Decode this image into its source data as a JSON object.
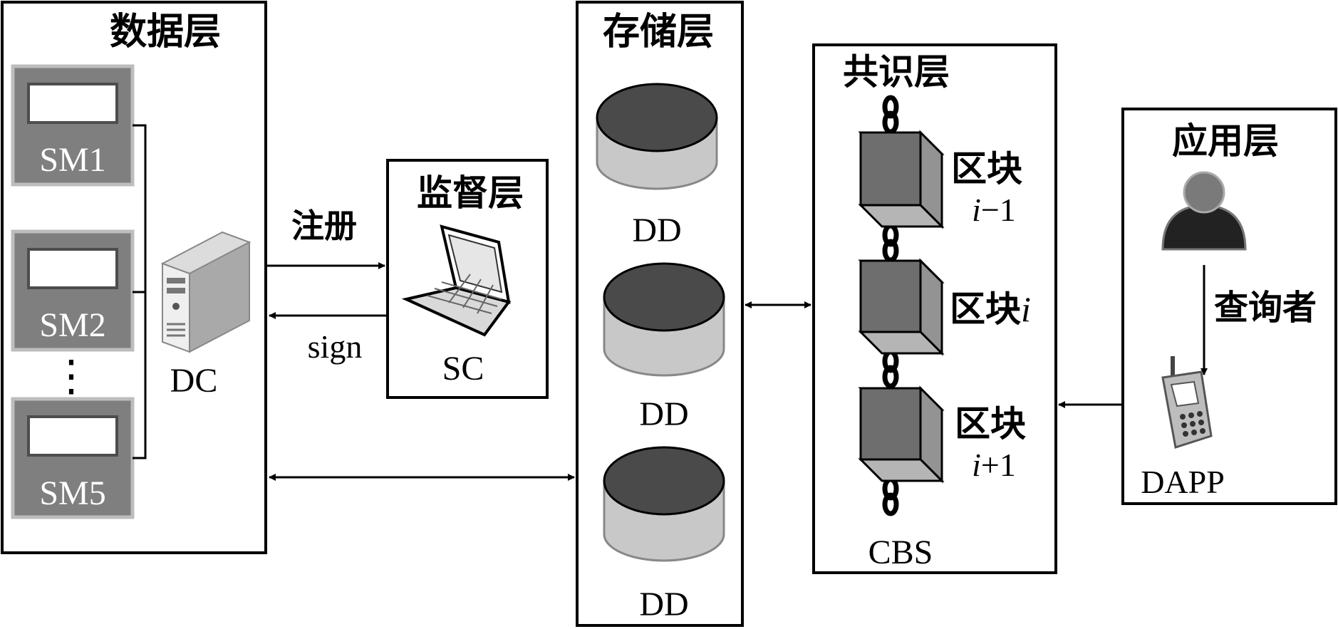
{
  "layers": {
    "data": {
      "title": "数据层",
      "meters": [
        "SM1",
        "SM2",
        "SM5"
      ],
      "ellipsis": "⋮",
      "server": "DC"
    },
    "supervision": {
      "title": "监督层",
      "laptop": "SC"
    },
    "storage": {
      "title": "存储层",
      "nodes": [
        "DD",
        "DD",
        "DD"
      ]
    },
    "consensus": {
      "title": "共识层",
      "blocks": [
        {
          "cn": "区块",
          "idx": "i",
          "suffix": "−1"
        },
        {
          "cn": "区块",
          "idx": "i",
          "suffix": ""
        },
        {
          "cn": "区块",
          "idx": "i",
          "suffix": "+1"
        }
      ],
      "chain": "CBS"
    },
    "application": {
      "title": "应用层",
      "user": "查询者",
      "device": "DAPP"
    }
  },
  "edges": {
    "register": "注册",
    "sign": "sign"
  },
  "colors": {
    "meter_face": "#7f7f7f",
    "meter_border": "#bdbdbd",
    "disk_top": "#4a4a4a",
    "disk_body": "#c8c8c8",
    "block_front": "#6e6e6e",
    "block_top": "#b5b5b5",
    "block_side": "#939393"
  }
}
